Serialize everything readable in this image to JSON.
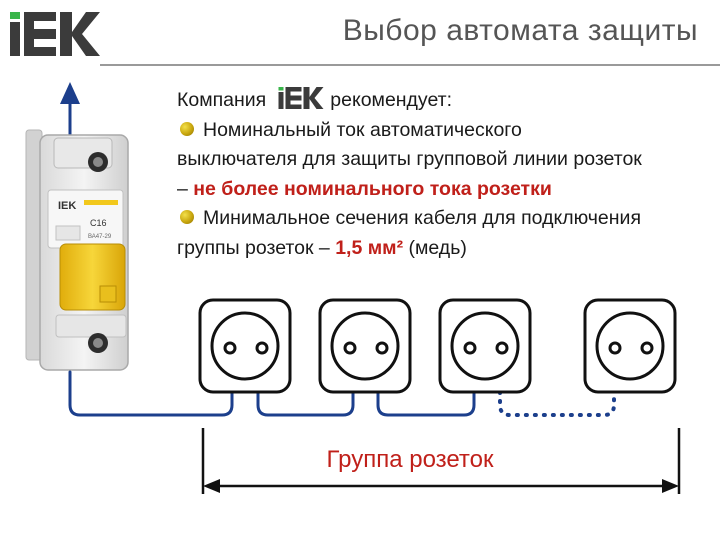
{
  "header": {
    "logo_text": "IEK",
    "title": "Выбор автомата защиты"
  },
  "body": {
    "intro_before": "Компания",
    "intro_logo_text": "IEK",
    "intro_after": "рекомендует:",
    "bullet1_line1": "Номинальный ток автоматического",
    "bullet1_line2": "выключателя для защиты групповой линии розеток",
    "bullet1_dash": "– ",
    "bullet1_highlight": "не более номинального тока розетки",
    "bullet2_line1": "Минимальное сечения кабеля для подключения",
    "bullet2_prefix": "группы розеток – ",
    "bullet2_highlight": "1,5 мм²",
    "bullet2_suffix": " (медь)"
  },
  "breaker": {
    "brand": "IEK",
    "rating": "C16",
    "series": "ВА47-29"
  },
  "diagram": {
    "group_label": "Группа розеток",
    "socket_count": 4
  },
  "colors": {
    "accent_red": "#c0201a",
    "wire_blue": "#1c3f8c",
    "title_gray": "#555555",
    "toggle_yellow": "#f2c81c"
  }
}
